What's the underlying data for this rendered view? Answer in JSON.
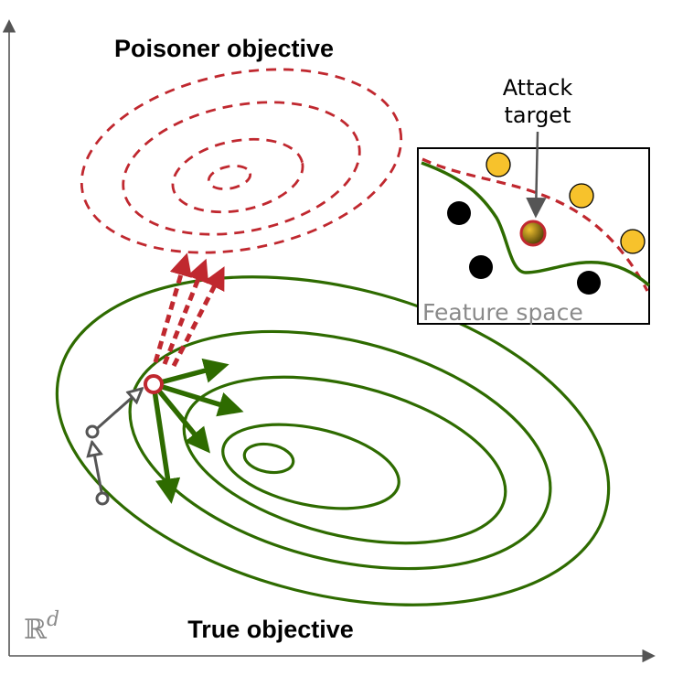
{
  "labels": {
    "poisoner_objective": "Poisoner objective",
    "true_objective": "True objective",
    "attack_target_line1": "Attack",
    "attack_target_line2": "target",
    "feature_space": "Feature space",
    "space_symbol": "ℝ",
    "space_exponent": "d"
  },
  "colors": {
    "true_objective": "#2e6b00",
    "poisoner_objective": "#c0282f",
    "axis": "#555555",
    "path": "#555555",
    "class_a_point": "#000000",
    "class_b_point": "#f7c22c",
    "target_gradient_start": "#f0c030",
    "target_gradient_end": "#3a3000",
    "inset_label": "#8a8a8a"
  }
}
